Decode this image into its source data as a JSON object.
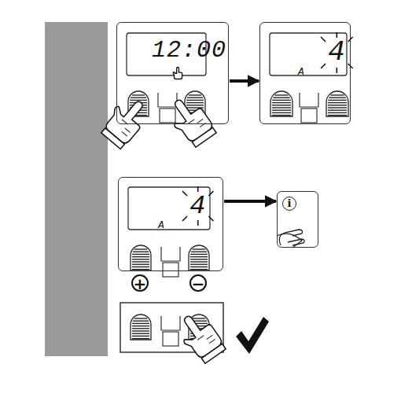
{
  "diagram": {
    "nodes": [
      {
        "text": [
          "12:00"
        ]
      },
      {
        "text": [
          "4",
          "A"
        ]
      },
      {
        "text": [
          "4",
          "A"
        ]
      },
      {
        "text": [
          "i"
        ]
      }
    ],
    "edges": [
      {
        "from": 0,
        "to": 1,
        "arrow": "to"
      },
      {
        "from": 2,
        "to": 3,
        "arrow": "to"
      }
    ],
    "labels": [
      "+",
      "−"
    ]
  }
}
